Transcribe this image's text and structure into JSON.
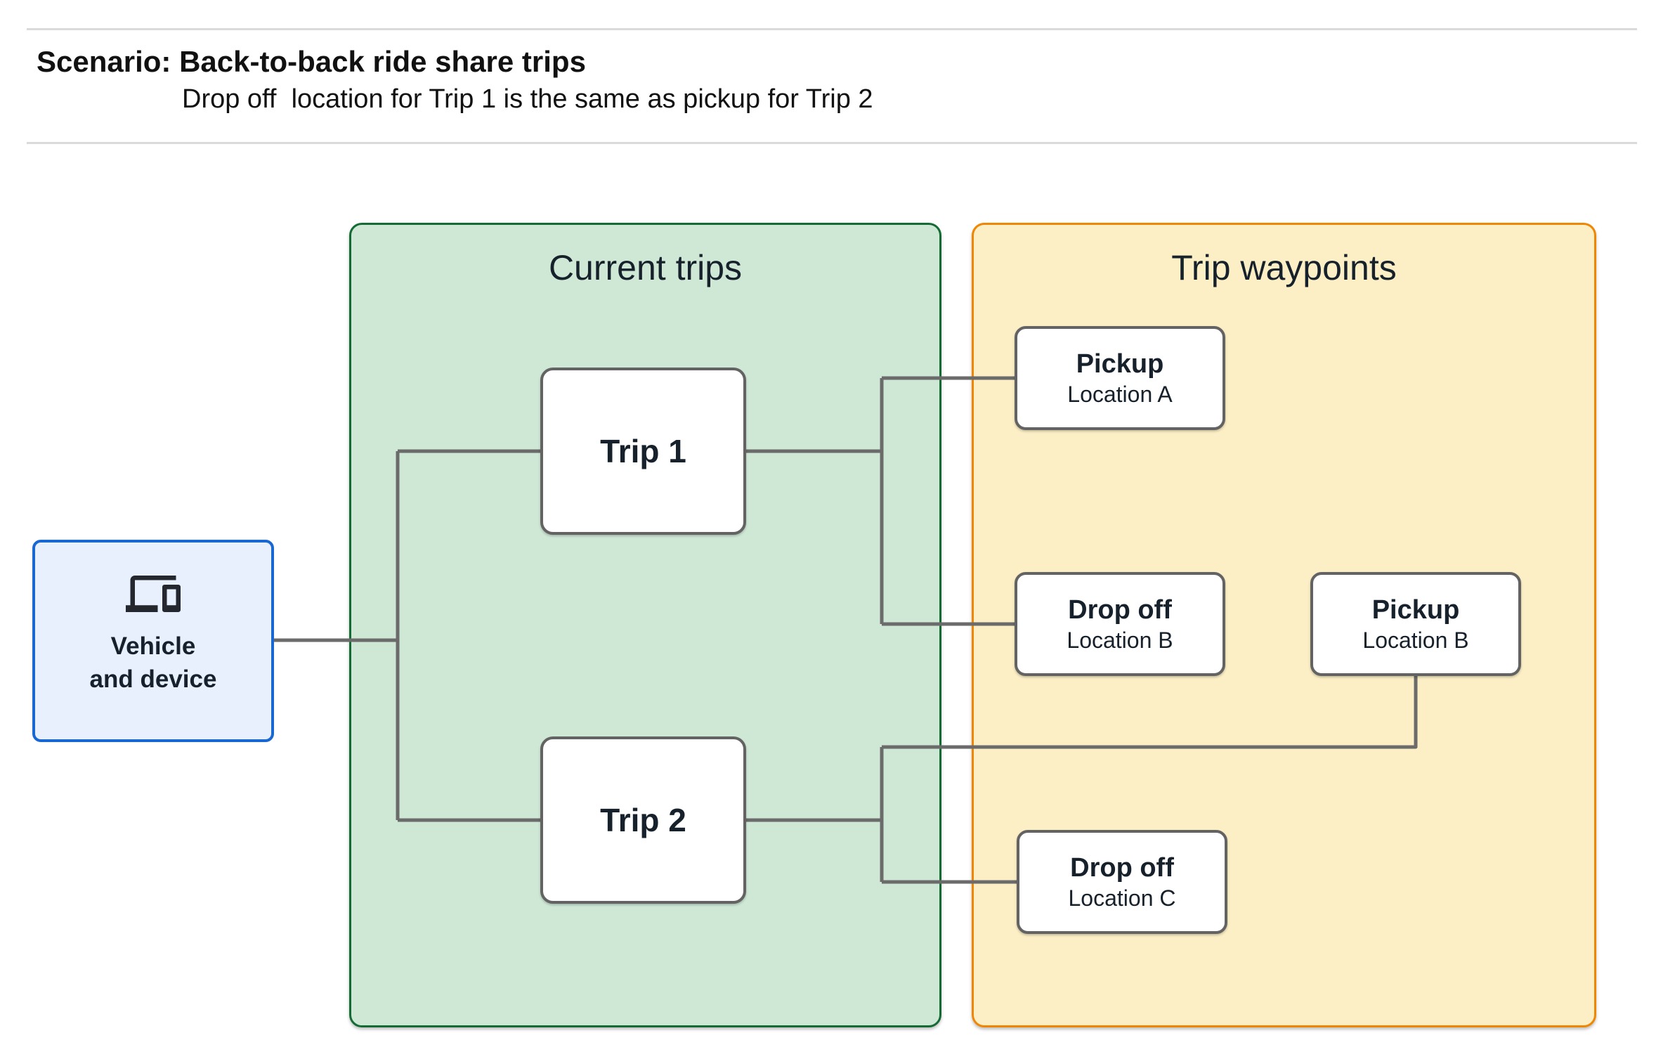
{
  "header": {
    "title": "Scenario: Back-to-back ride share trips",
    "subtitle": "Drop off  location for Trip 1 is the same as pickup for Trip 2"
  },
  "vehicle": {
    "icon": "devices-icon",
    "label_line1": "Vehicle",
    "label_line2": "and device"
  },
  "panels": {
    "current_trips": {
      "label": "Current trips"
    },
    "trip_waypoints": {
      "label": "Trip waypoints"
    }
  },
  "trips": [
    {
      "label": "Trip 1"
    },
    {
      "label": "Trip 2"
    }
  ],
  "waypoints": [
    {
      "type": "Pickup",
      "location": "Location A"
    },
    {
      "type": "Drop off",
      "location": "Location B"
    },
    {
      "type": "Pickup",
      "location": "Location B"
    },
    {
      "type": "Drop off",
      "location": "Location C"
    }
  ],
  "colors": {
    "vehicle_fill": "#e8f0fe",
    "vehicle_border": "#1967d2",
    "current_trips_fill": "#cfe8d6",
    "current_trips_border": "#146c34",
    "trip_waypoints_fill": "#fcefc5",
    "trip_waypoints_border": "#ef8604",
    "node_border": "#636363",
    "connector": "#6b6b6b",
    "divider": "#dadada",
    "text": "#17212b"
  }
}
